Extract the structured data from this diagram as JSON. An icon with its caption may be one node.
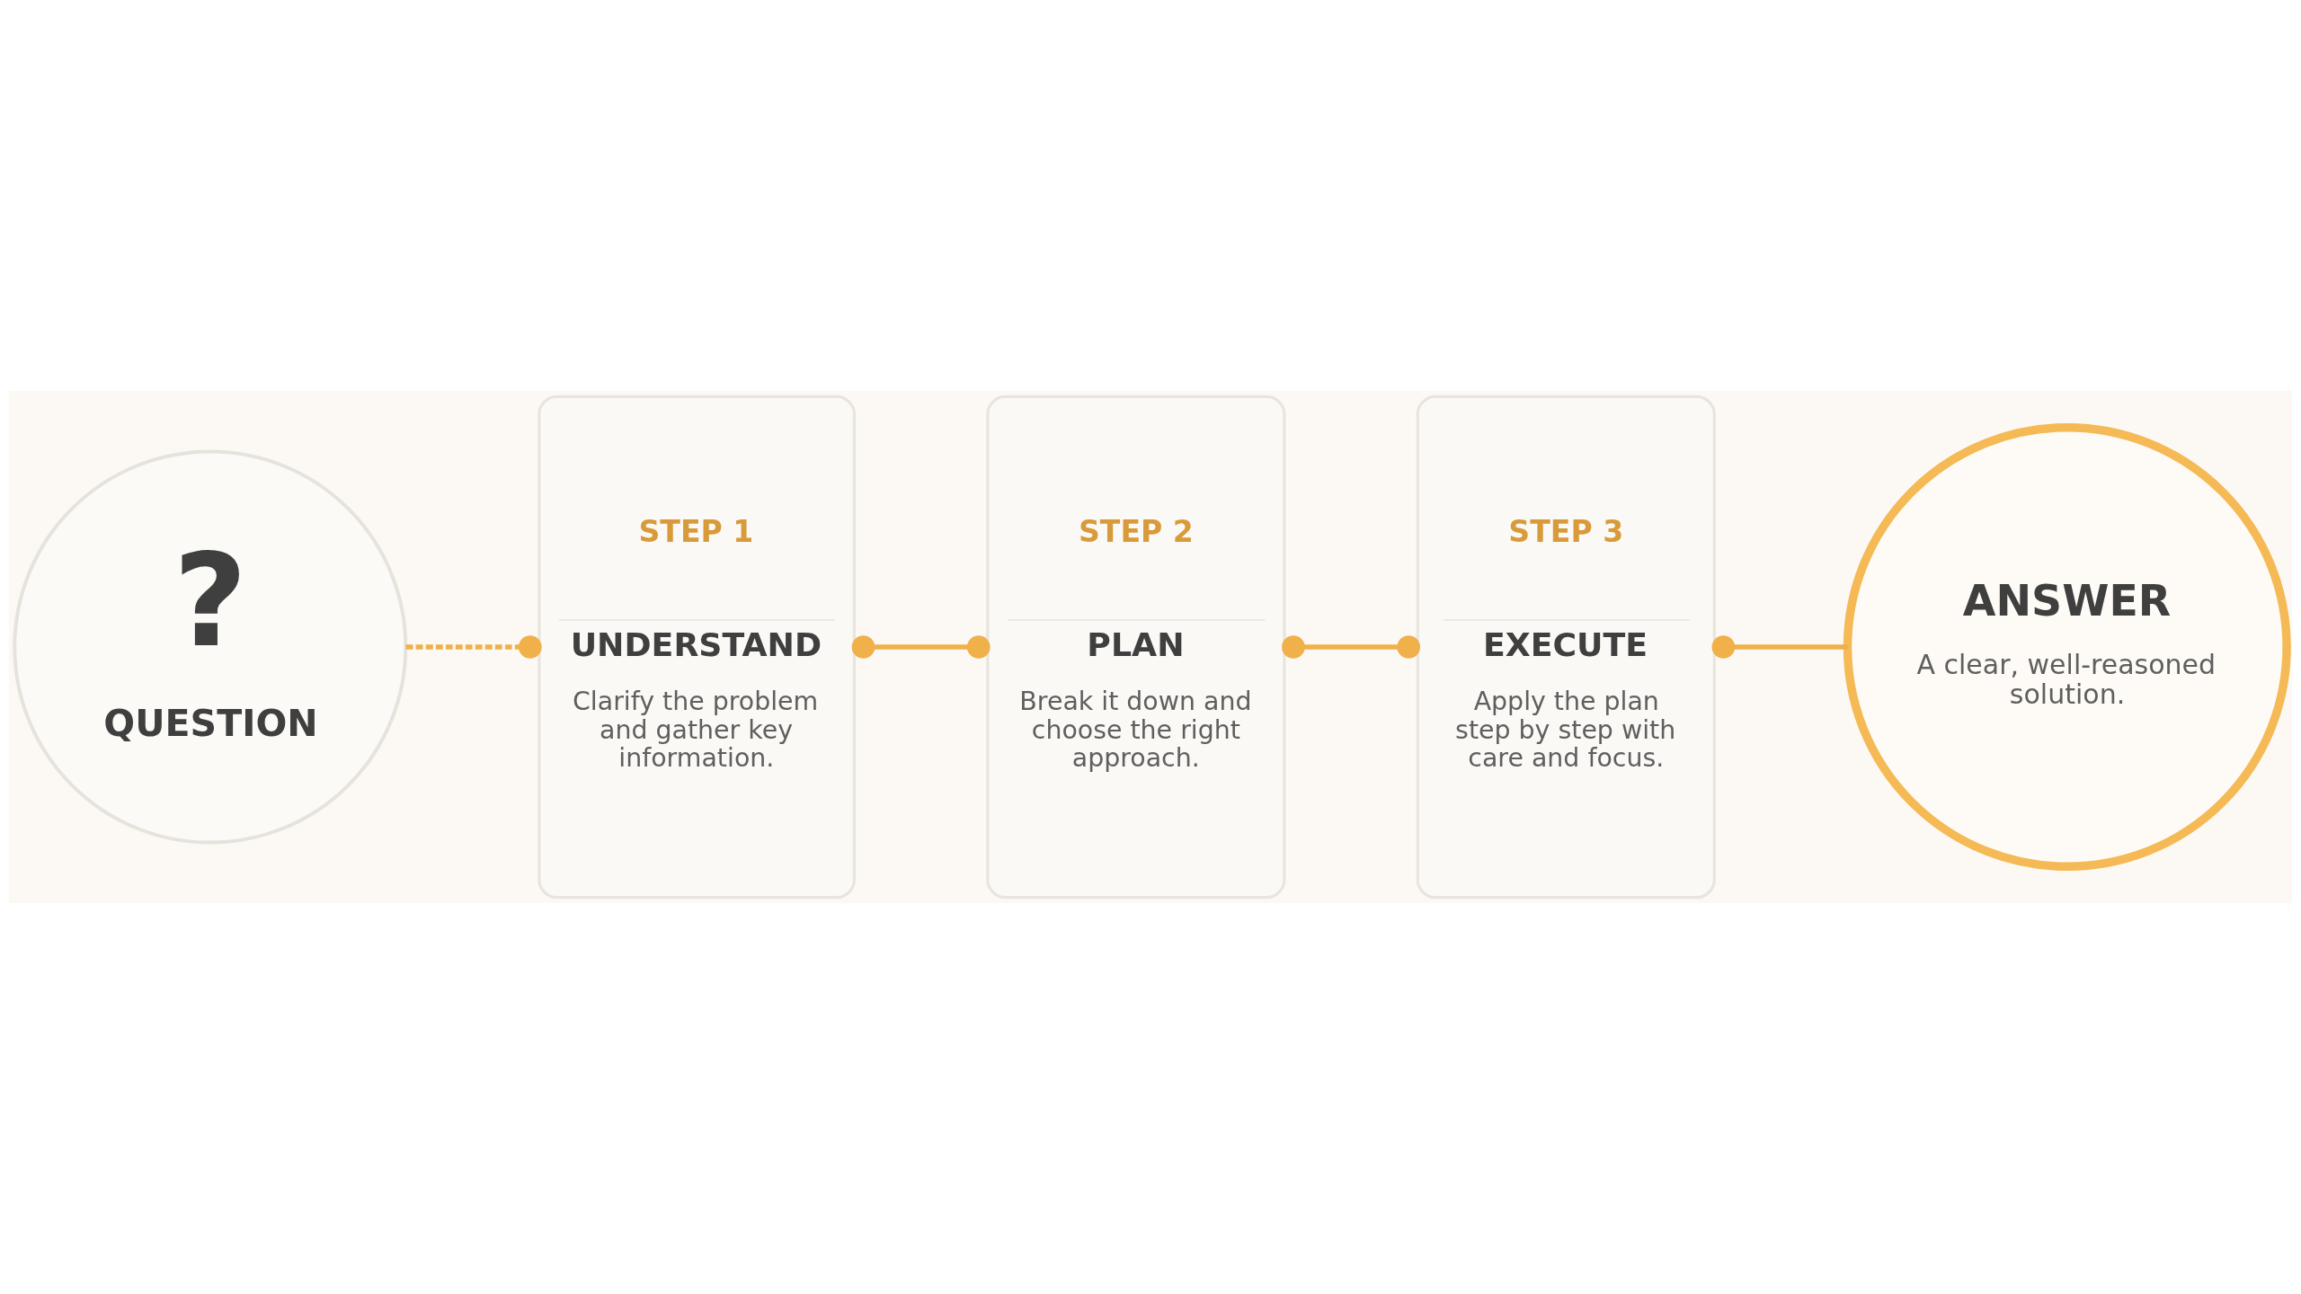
{
  "diagram": {
    "nodes": [
      {
        "text": [
          "?",
          "QUESTION"
        ]
      },
      {
        "text": [
          "STEP 1",
          "UNDERSTAND",
          "Clarify the problem and gather key information."
        ]
      },
      {
        "text": [
          "STEP 2",
          "PLAN",
          "Break it down and choose the right approach."
        ]
      },
      {
        "text": [
          "STEP 3",
          "EXECUTE",
          "Apply the plan step by step with care and focus."
        ]
      },
      {
        "text": [
          "ANSWER",
          "A clear, well-reasoned solution."
        ]
      }
    ],
    "edges": [
      {
        "from": 0,
        "to": 1,
        "arrow": "other",
        "style": "dashed"
      },
      {
        "from": 1,
        "to": 2,
        "arrow": "other"
      },
      {
        "from": 2,
        "to": 3,
        "arrow": "other"
      },
      {
        "from": 3,
        "to": 4,
        "arrow": "other"
      }
    ]
  }
}
